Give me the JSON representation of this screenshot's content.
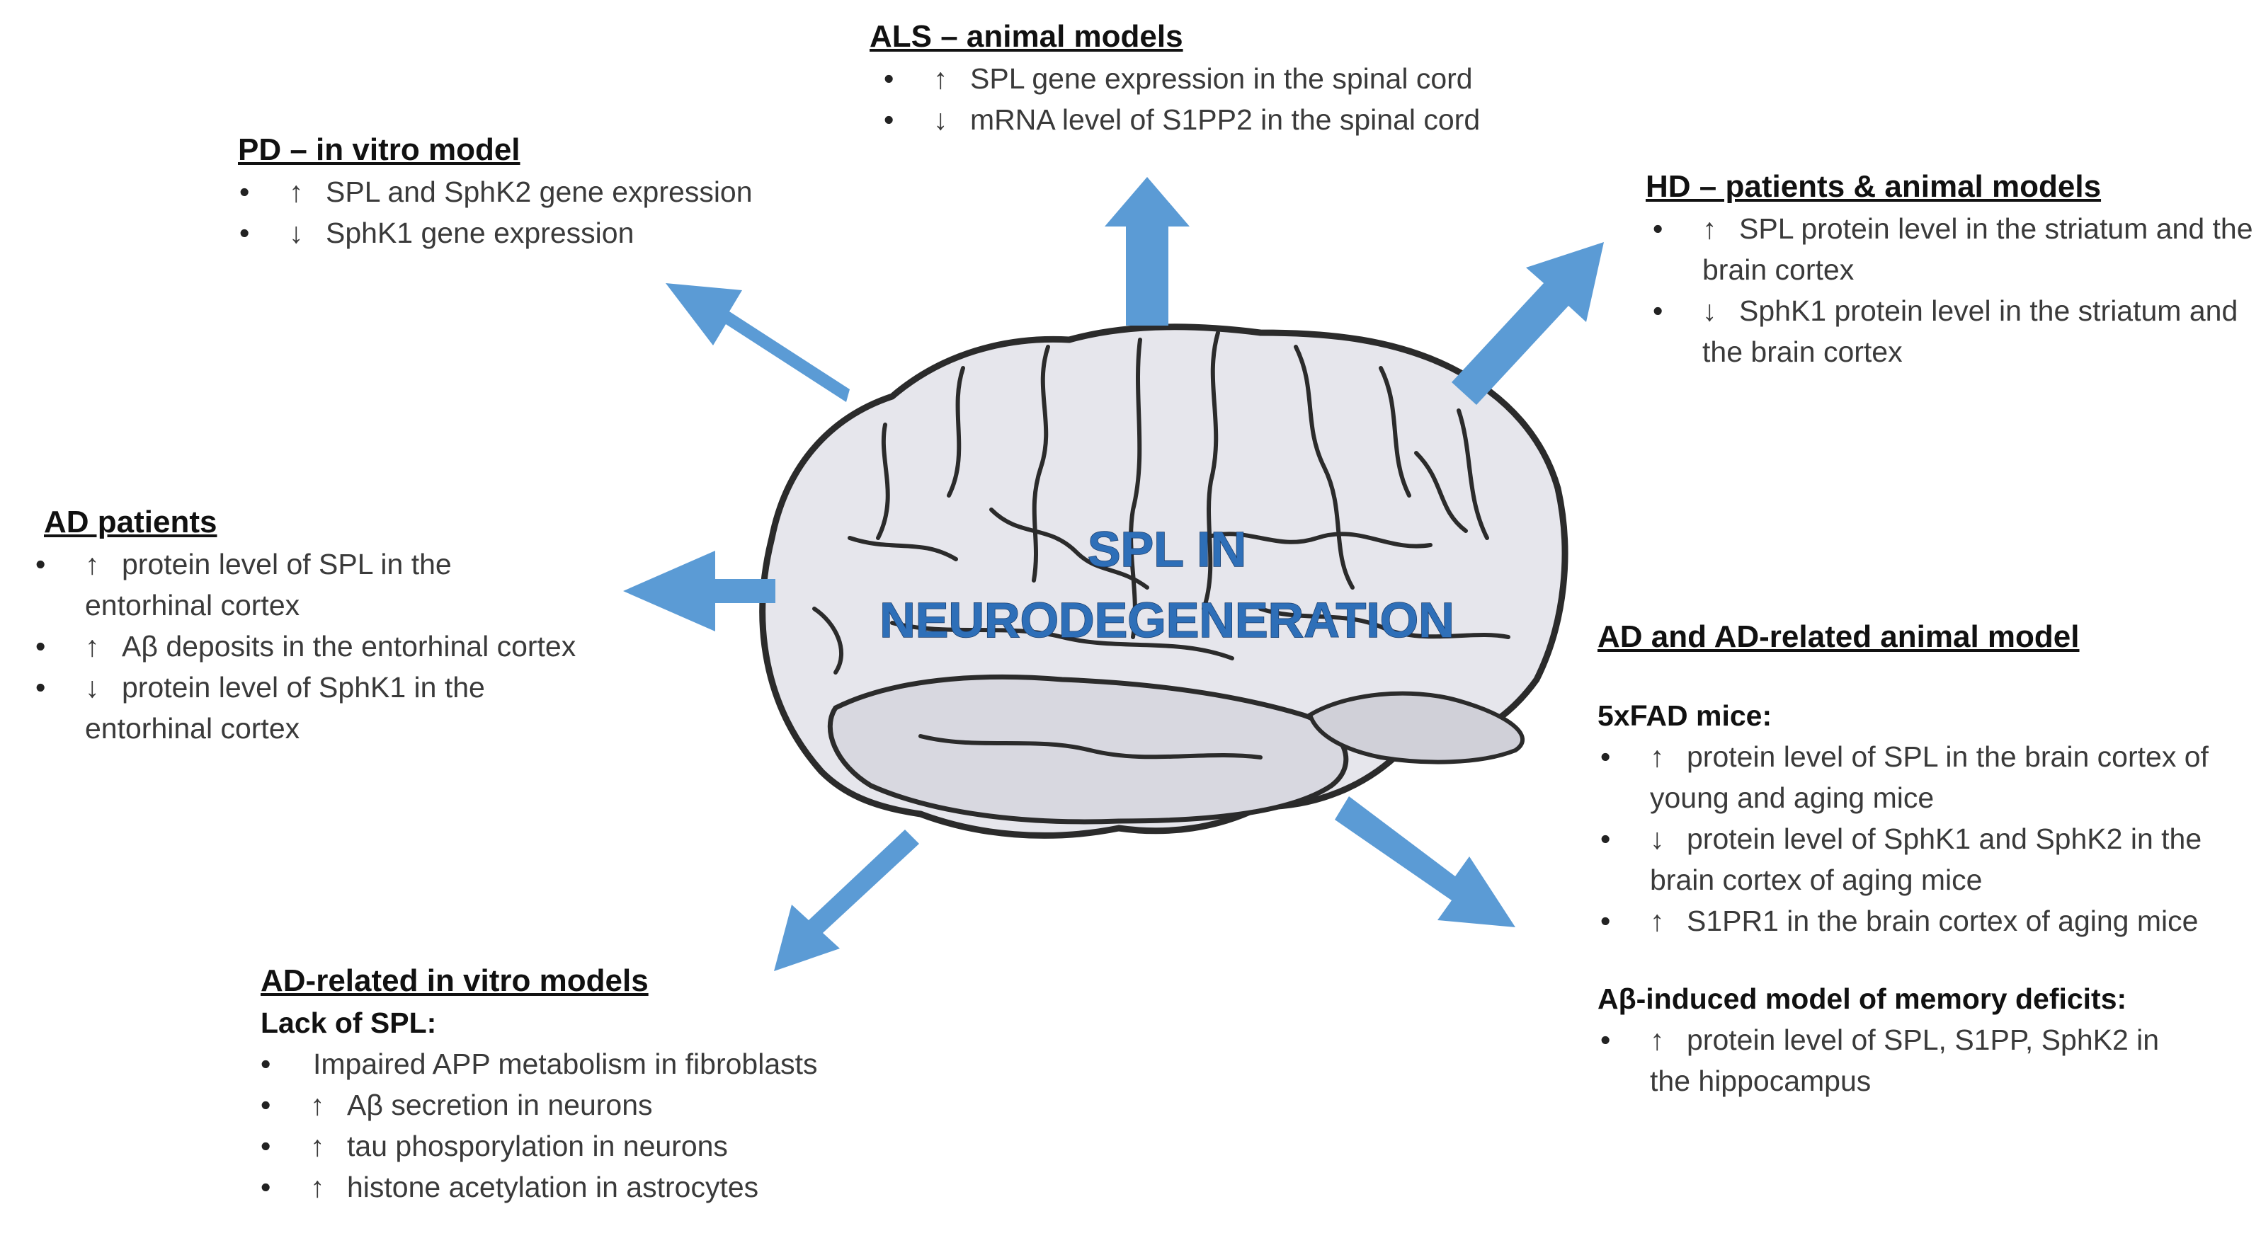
{
  "title": {
    "line1": "SPL IN",
    "line2": "NEURODEGENERATION"
  },
  "colors": {
    "arrow": "#5b9bd5",
    "brain_fill": "#e6e6ec",
    "brain_stroke": "#2b2b2b",
    "title": "#2e6fb8"
  },
  "icons": {
    "up": "↑",
    "down": "↓"
  },
  "blocks": {
    "als": {
      "heading": "ALS – animal models",
      "items": [
        {
          "dir": "↑",
          "text": "SPL gene expression in the spinal cord"
        },
        {
          "dir": "↓",
          "text": "mRNA level of S1PP2 in the spinal cord"
        }
      ]
    },
    "pd": {
      "heading": "PD – in vitro model",
      "items": [
        {
          "dir": "↑",
          "text": "SPL and SphK2 gene expression"
        },
        {
          "dir": "↓",
          "text": "SphK1 gene expression"
        }
      ]
    },
    "hd": {
      "heading": "HD – patients & animal models",
      "items": [
        {
          "dir": "↑",
          "text": "SPL protein level in the striatum and the brain cortex"
        },
        {
          "dir": "↓",
          "text": "SphK1 protein level in the striatum and the brain cortex"
        }
      ]
    },
    "ad_patients": {
      "heading": "AD patients",
      "items": [
        {
          "dir": "↑",
          "text": "protein level of SPL in the entorhinal cortex"
        },
        {
          "dir": "↑",
          "text": "Aβ deposits in the entorhinal cortex"
        },
        {
          "dir": "↓",
          "text": "protein level of SphK1 in the entorhinal cortex"
        }
      ]
    },
    "ad_animal": {
      "heading": "AD and AD-related  animal model",
      "sub1": "5xFAD mice:",
      "items1": [
        {
          "dir": "↑",
          "text": "protein level of SPL in the brain cortex of young and aging mice"
        },
        {
          "dir": "↓",
          "text": "protein level of SphK1 and SphK2 in the brain cortex of aging mice"
        },
        {
          "dir": "↑",
          "text": "S1PR1 in the brain cortex of aging mice"
        }
      ],
      "sub2": "Aβ-induced model of memory deficits:",
      "items2": [
        {
          "dir": "↑",
          "text": "protein level of SPL, S1PP, SphK2 in the hippocampus"
        }
      ]
    },
    "ad_invitro": {
      "heading": "AD-related  in vitro  models",
      "sub": "Lack of SPL:",
      "items": [
        {
          "dir": "",
          "text": "Impaired APP metabolism in fibroblasts"
        },
        {
          "dir": "↑",
          "text": "Aβ secretion in neurons"
        },
        {
          "dir": "↑",
          "text": "tau phosporylation in neurons"
        },
        {
          "dir": "↑",
          "text": "histone acetylation in astrocytes"
        }
      ]
    }
  }
}
